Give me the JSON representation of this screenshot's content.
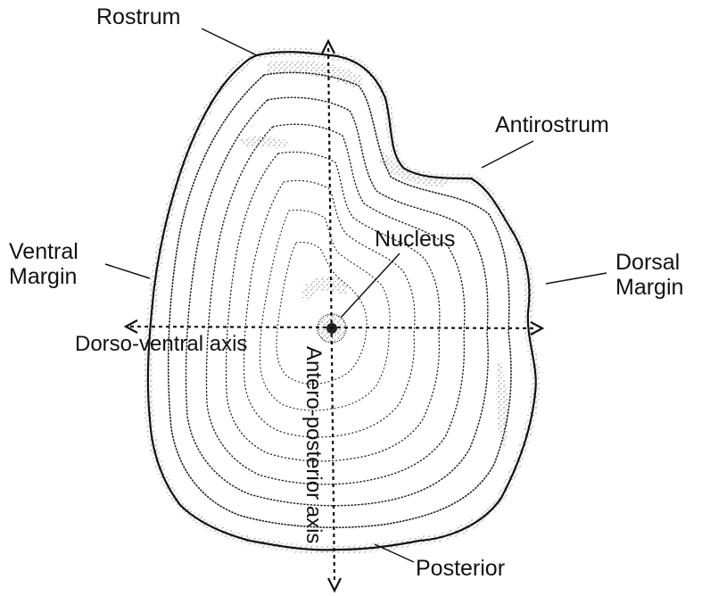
{
  "labels": {
    "rostrum": "Rostrum",
    "antirostrum": "Antirostrum",
    "nucleus": "Nucleus",
    "ventral_line1": "Ventral",
    "ventral_line2": "Margin",
    "dorsal_line1": "Dorsal",
    "dorsal_line2": "Margin",
    "dorso_ventral_axis": "Dorso-ventral axis",
    "antero_posterior_axis": "Antero-posterior axis",
    "posterior": "Posterior"
  },
  "colors": {
    "ink": "#111111",
    "background": "#ffffff"
  }
}
